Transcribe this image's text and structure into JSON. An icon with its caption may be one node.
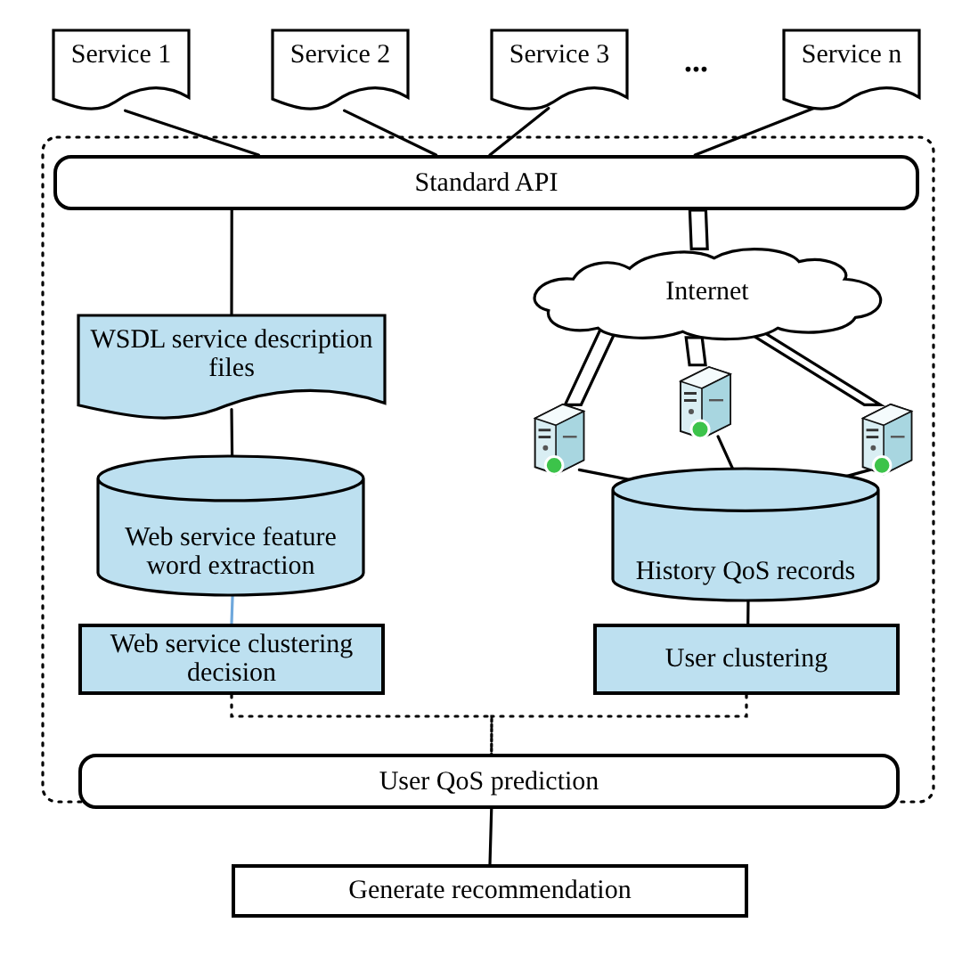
{
  "diagram": {
    "nodes": [
      {
        "text": [
          "Service 1"
        ]
      },
      {
        "text": [
          "Service 2"
        ]
      },
      {
        "text": [
          "Service 3"
        ]
      },
      {
        "text": [
          "Service n"
        ]
      },
      {
        "text": [
          "Standard API"
        ]
      },
      {
        "text": [
          "Internet"
        ]
      },
      {
        "text": [
          "WSDL service description files"
        ]
      },
      {
        "text": [
          "Web service feature word extraction"
        ]
      },
      {
        "text": [
          "Web service clustering decision"
        ]
      },
      {
        "text": [],
        "shape": "picture"
      },
      {
        "text": [],
        "shape": "picture"
      },
      {
        "text": [],
        "shape": "picture"
      },
      {
        "text": [
          "History QoS records"
        ]
      },
      {
        "text": [
          "User clustering"
        ]
      },
      {
        "text": [
          "User QoS prediction"
        ]
      },
      {
        "text": [
          "Generate recommendation"
        ]
      }
    ],
    "edges": [
      {
        "from": 0,
        "to": 4,
        "arrow": "none"
      },
      {
        "from": 1,
        "to": 4,
        "arrow": "none"
      },
      {
        "from": 2,
        "to": 4,
        "arrow": "none"
      },
      {
        "from": 3,
        "to": 4,
        "arrow": "none"
      },
      {
        "from": 4,
        "to": 6,
        "arrow": "none"
      },
      {
        "from": 4,
        "to": 5,
        "arrow": "none"
      },
      {
        "from": 5,
        "to": 9,
        "arrow": "none"
      },
      {
        "from": 5,
        "to": 10,
        "arrow": "none"
      },
      {
        "from": 5,
        "to": 11,
        "arrow": "none"
      },
      {
        "from": 9,
        "to": 12,
        "arrow": "none"
      },
      {
        "from": 10,
        "to": 12,
        "arrow": "none"
      },
      {
        "from": 11,
        "to": 12,
        "arrow": "none"
      },
      {
        "from": 6,
        "to": 7,
        "arrow": "none"
      },
      {
        "from": 7,
        "to": 8,
        "arrow": "none",
        "color": "#6fa8dc"
      },
      {
        "from": 12,
        "to": 13,
        "arrow": "none"
      },
      {
        "from": 8,
        "to": 14,
        "arrow": "none",
        "style": "dashed"
      },
      {
        "from": 13,
        "to": 14,
        "arrow": "none",
        "style": "dashed"
      },
      {
        "from": 14,
        "to": 15,
        "arrow": "none"
      }
    ],
    "labels": [
      "..."
    ]
  }
}
